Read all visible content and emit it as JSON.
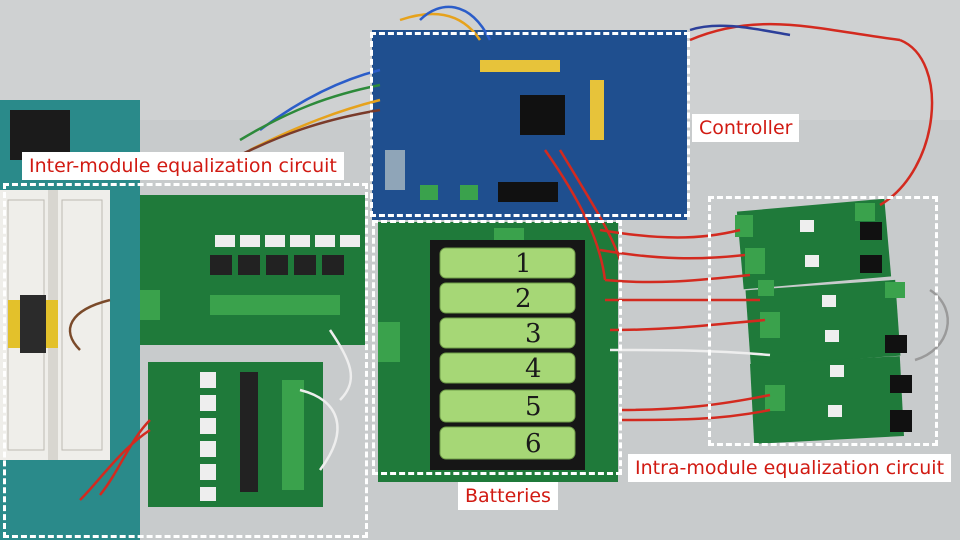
{
  "annotations": {
    "controller": "Controller",
    "inter_module": "Inter-module equalization circuit",
    "batteries": "Batteries",
    "intra_module": "Intra-module equalization circuit"
  },
  "battery_labels": [
    "1",
    "2",
    "3",
    "4",
    "5",
    "6"
  ],
  "colors": {
    "label_text": "#d11a12",
    "pcb_green": "#1f7a3a",
    "controller_blue": "#1f4f8f",
    "battery_green": "#a6d776",
    "box_border": "#ffffff"
  }
}
